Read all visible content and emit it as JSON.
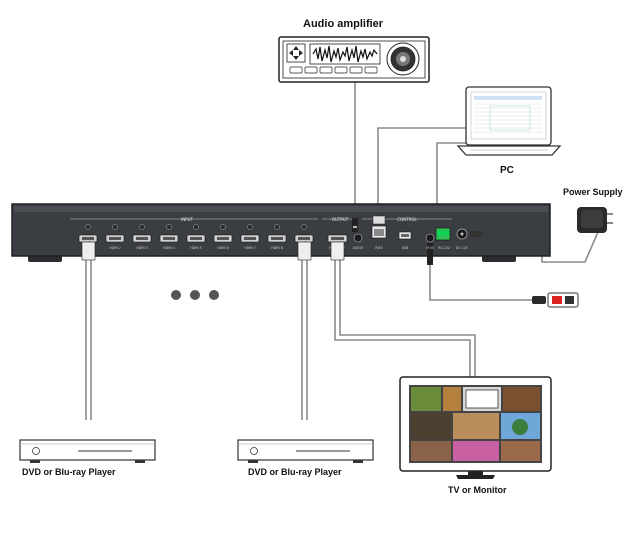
{
  "labels": {
    "amp": "Audio amplifier",
    "pc": "PC",
    "power": "Power Supply",
    "dvd1": "DVD or Blu-ray Player",
    "dvd2": "DVD or Blu-ray Player",
    "tv": "TV or Monitor"
  },
  "panel": {
    "input_header": "INPUT",
    "output_header": "OUTPUT",
    "control_header": "CONTROL",
    "hdmi_inputs": [
      "HDMI 1",
      "HDMI 2",
      "HDMI 3",
      "HDMI 4",
      "HDMI 5",
      "HDMI 6",
      "HDMI 7",
      "HDMI 8",
      "HDMI 9"
    ],
    "hdmi_out": "HDMI OUT",
    "audio": "AUDIO",
    "rj45": "RJ45",
    "usb": "USB",
    "ir_in": "IR IN",
    "rs232": "RS-232",
    "dc": "DC 12V"
  },
  "colors": {
    "chassis": "#3a3d42",
    "chassis_edge": "#1e2024",
    "cable": "#9a9a9a",
    "green_block": "#2bbf55"
  },
  "icons": [
    "continuation-dots",
    "ir-receiver-icon",
    "speaker-knob-icon",
    "nav-pad-icon"
  ]
}
